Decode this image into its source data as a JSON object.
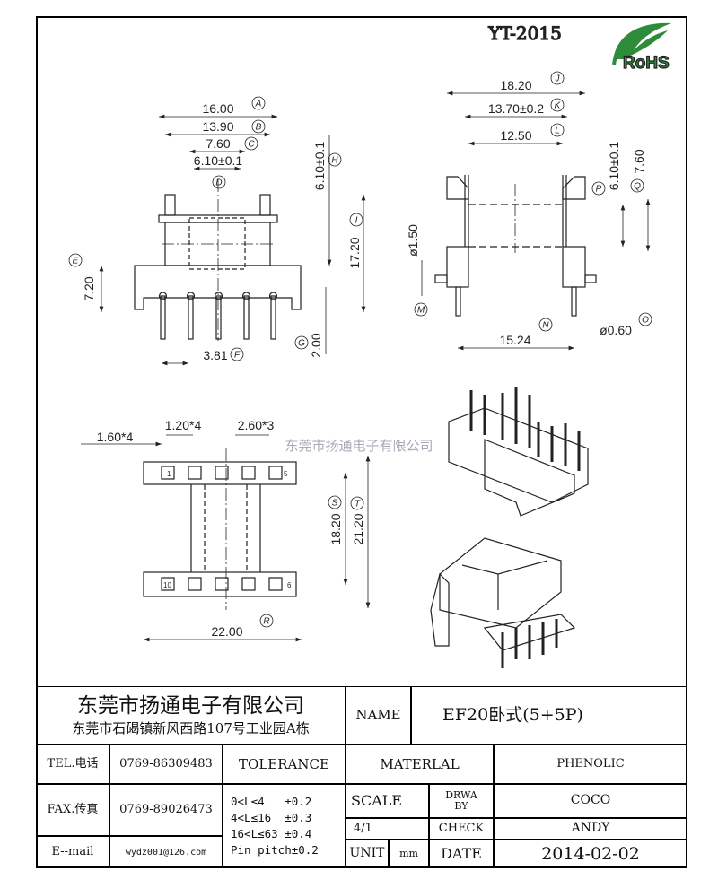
{
  "header": {
    "part_code": "YT-2015",
    "logo_text": "RoHS",
    "logo_color": "#2e8b3a"
  },
  "front_view": {
    "dims": {
      "A": "16.00",
      "B": "13.90",
      "C": "7.60",
      "D": "6.10±0.1",
      "H": "6.10±0.1",
      "I": "17.20",
      "E": "7.20",
      "G": "2.00",
      "F": "3.81"
    }
  },
  "side_view": {
    "dims": {
      "J": "18.20",
      "K": "13.70±0.2",
      "L": "12.50",
      "P": "6.10±0.1",
      "Q": "7.60",
      "M": "ø1.50",
      "N": "15.24",
      "O": "ø0.60"
    }
  },
  "bottom_view": {
    "dims": {
      "pin_width": "1.60*4",
      "slot": "1.20*4",
      "pitch": "2.60*3",
      "S": "18.20",
      "T": "21.20",
      "R": "22.00"
    },
    "pins": [
      "1",
      "5",
      "10",
      "6"
    ],
    "watermark": "东莞市扬通电子有限公司"
  },
  "letters": [
    "A",
    "B",
    "C",
    "D",
    "E",
    "F",
    "G",
    "H",
    "I",
    "J",
    "K",
    "L",
    "M",
    "N",
    "O",
    "P",
    "Q",
    "R",
    "S",
    "T"
  ],
  "title_block": {
    "company": "东莞市扬通电子有限公司",
    "address": "东莞市石碣镇新风西路107号工业园A栋",
    "name_label": "NAME",
    "name_value": "EF20卧式(5+5P)",
    "tel_label": "TEL.电话",
    "tel_value": "0769-86309483",
    "fax_label": "FAX.传真",
    "fax_value": "0769-89026473",
    "email_label": "E--mail",
    "email_value": "wydz001@126.com",
    "tolerance_label": "TOLERANCE",
    "tolerances": [
      "0<L≤4   ±0.2",
      "4<L≤16  ±0.3",
      "16<L≤63 ±0.4",
      "Pin pitch±0.2"
    ],
    "material_label": "MATERLAL",
    "material_value": "PHENOLIC",
    "scale_label": "SCALE",
    "scale_value": "4/1",
    "drawn_label": "DRWA BY",
    "drawn_value": "COCO",
    "check_label": "CHECK",
    "check_value": "ANDY",
    "unit_label": "UNIT",
    "unit_value": "mm",
    "date_label": "DATE",
    "date_value": "2014-02-02"
  }
}
